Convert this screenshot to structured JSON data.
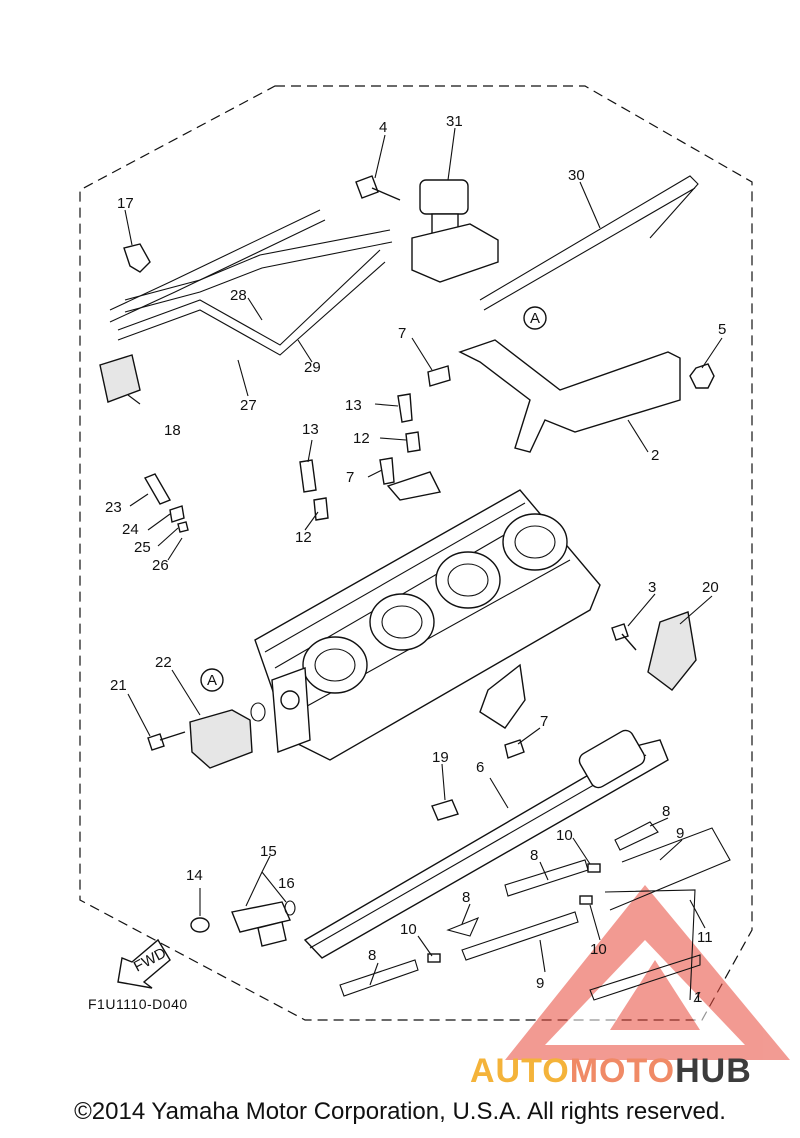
{
  "diagram": {
    "drawing_code": "F1U1110-D040",
    "direction_label": "FWD",
    "ref_marker": "A",
    "callouts": [
      "1",
      "2",
      "3",
      "4",
      "5",
      "6",
      "7",
      "8",
      "9",
      "10",
      "11",
      "12",
      "13",
      "14",
      "15",
      "16",
      "17",
      "18",
      "19",
      "20",
      "21",
      "22",
      "23",
      "24",
      "25",
      "26",
      "27",
      "28",
      "29",
      "30",
      "31"
    ]
  },
  "footer": {
    "copyright": "©2014 Yamaha Motor Corporation, U.S.A. All rights reserved."
  },
  "watermark": {
    "part1": "AUTO",
    "part2": "MOTO",
    "part3": "HUB",
    "colors": {
      "orange": "#f4b33a",
      "salmon": "#f08a66",
      "dark": "#3c3c3c",
      "red": "#e8483a"
    }
  }
}
